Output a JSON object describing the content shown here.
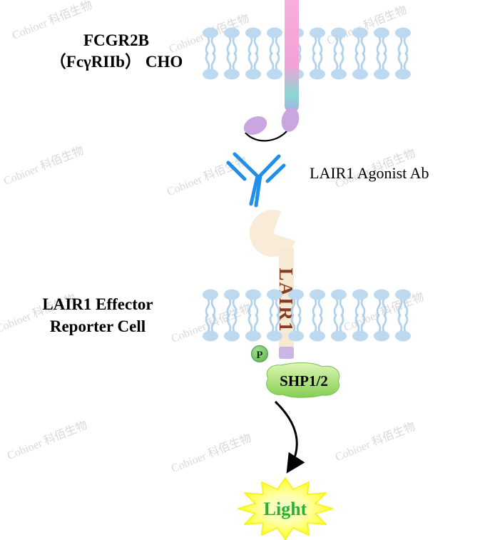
{
  "watermark": {
    "text": "Cobioer 科佰生物"
  },
  "labels": {
    "cho_line1": "FCGR2B",
    "cho_line2": "（FcγRIIb） CHO",
    "antibody": "LAIR1 Agonist Ab",
    "lair1": "LAIR1",
    "effector_line1": "LAIR1 Effector",
    "effector_line2": "Reporter Cell",
    "phospho": "P",
    "shp": "SHP1/2",
    "light": "Light"
  },
  "colors": {
    "membrane_blue": "#bdd9ef",
    "antibody_blue": "#1f8fe8",
    "receptor_pink": "#f4a6d7",
    "receptor_teal": "#8ad6d4",
    "intracellular_purple": "#c9a6e0",
    "lair_cream": "#f8ecd8",
    "lair_text_brown": "#8b3a26",
    "phospho_green": "#6abf5a",
    "shp_green": "#8ed45f",
    "light_text_green": "#2fae2f",
    "star_yellow": "#ffff00"
  }
}
